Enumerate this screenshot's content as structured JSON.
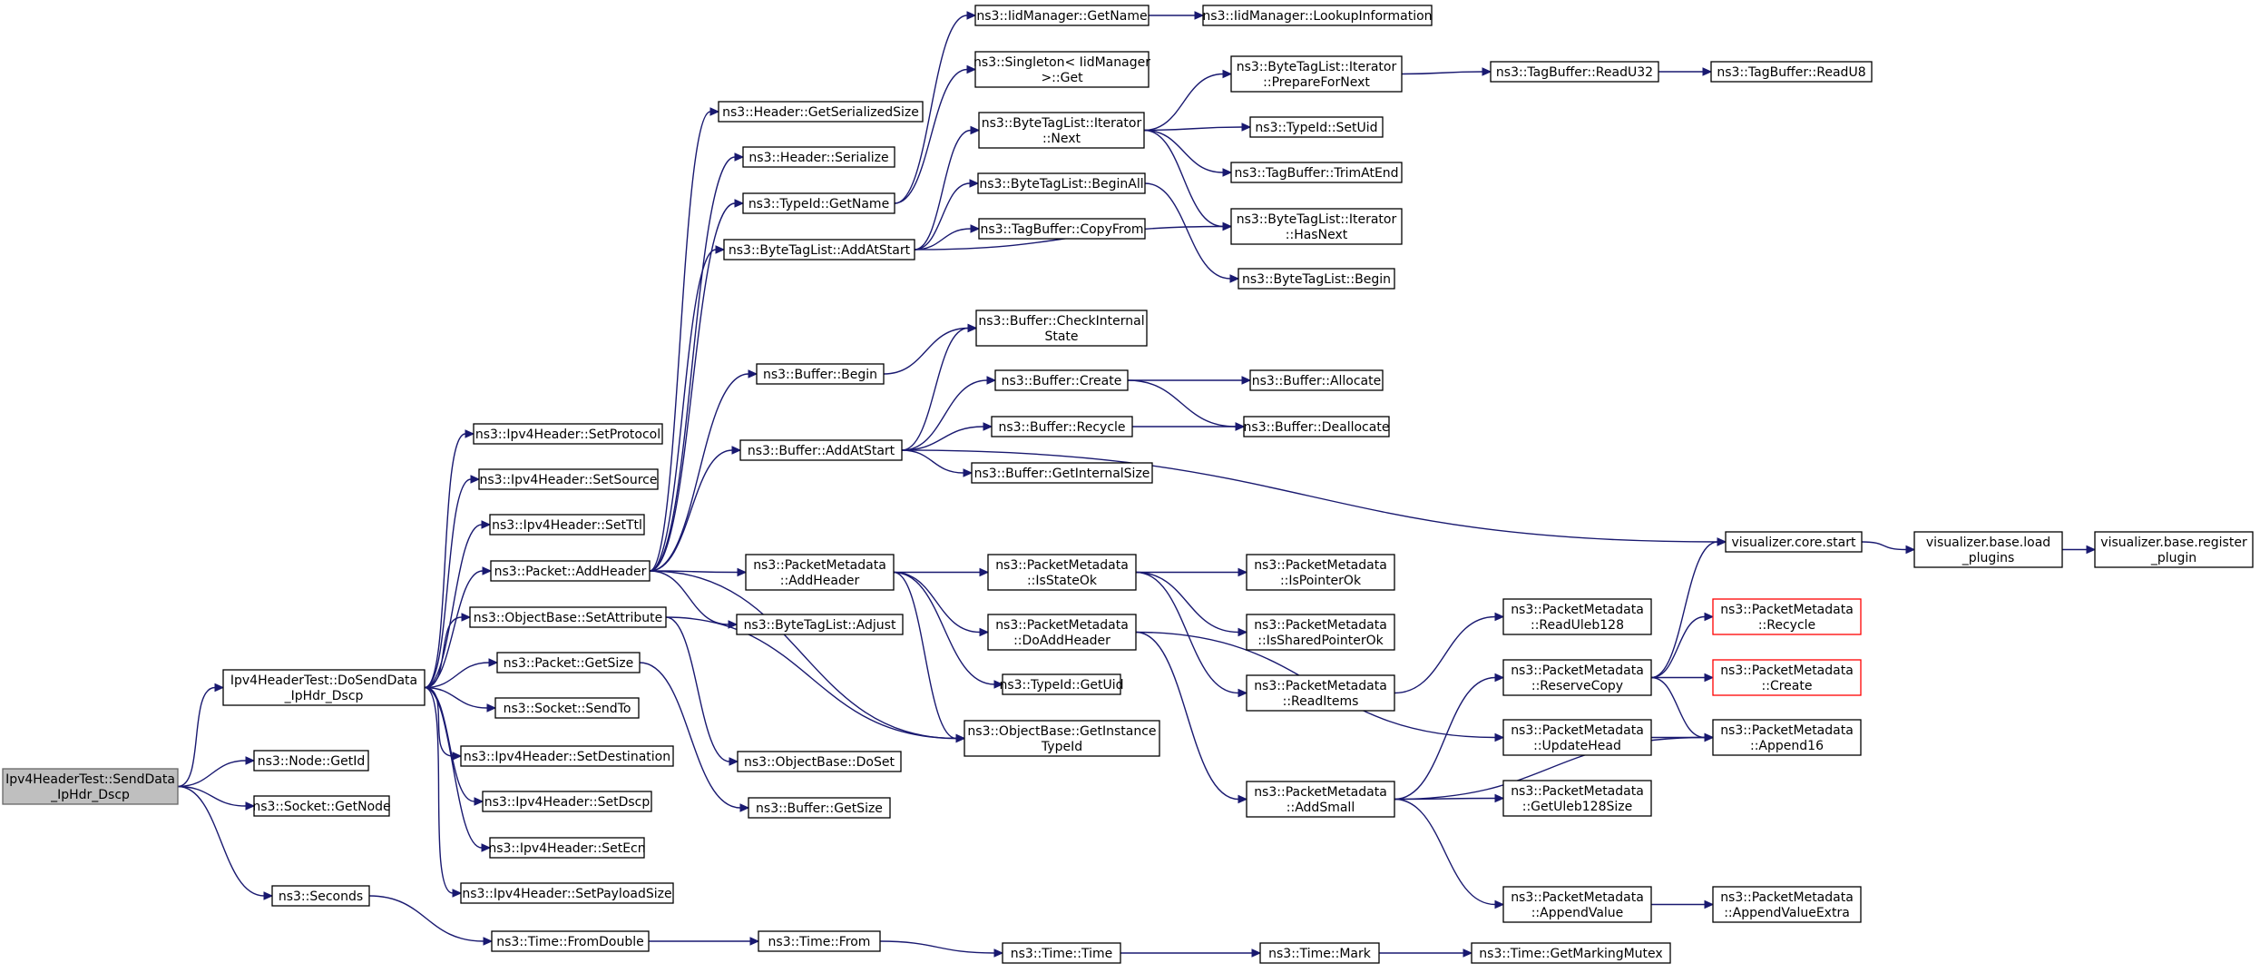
{
  "graph": {
    "type": "call-graph",
    "colors": {
      "edge": "#191970",
      "root_fill": "#bfbfbf",
      "node_border": "#000000",
      "missing_border": "#ff0000"
    },
    "nodes": [
      {
        "id": "root",
        "lines": [
          "Ipv4HeaderTest::SendData",
          "_IpHdr_Dscp"
        ],
        "style": "root"
      },
      {
        "id": "dosend",
        "lines": [
          "Ipv4HeaderTest::DoSendData",
          "_IpHdr_Dscp"
        ]
      },
      {
        "id": "nodeGetId",
        "lines": [
          "ns3::Node::GetId"
        ]
      },
      {
        "id": "sockGetNode",
        "lines": [
          "ns3::Socket::GetNode"
        ]
      },
      {
        "id": "seconds",
        "lines": [
          "ns3::Seconds"
        ]
      },
      {
        "id": "setProtocol",
        "lines": [
          "ns3::Ipv4Header::SetProtocol"
        ]
      },
      {
        "id": "setSource",
        "lines": [
          "ns3::Ipv4Header::SetSource"
        ]
      },
      {
        "id": "setTtl",
        "lines": [
          "ns3::Ipv4Header::SetTtl"
        ]
      },
      {
        "id": "addHeader",
        "lines": [
          "ns3::Packet::AddHeader"
        ]
      },
      {
        "id": "setAttr",
        "lines": [
          "ns3::ObjectBase::SetAttribute"
        ]
      },
      {
        "id": "pktGetSize",
        "lines": [
          "ns3::Packet::GetSize"
        ]
      },
      {
        "id": "sendTo",
        "lines": [
          "ns3::Socket::SendTo"
        ]
      },
      {
        "id": "setDest",
        "lines": [
          "ns3::Ipv4Header::SetDestination"
        ]
      },
      {
        "id": "setDscp",
        "lines": [
          "ns3::Ipv4Header::SetDscp"
        ]
      },
      {
        "id": "setEcn",
        "lines": [
          "ns3::Ipv4Header::SetEcn"
        ]
      },
      {
        "id": "setPayload",
        "lines": [
          "ns3::Ipv4Header::SetPayloadSize"
        ]
      },
      {
        "id": "fromDouble",
        "lines": [
          "ns3::Time::FromDouble"
        ]
      },
      {
        "id": "timeFrom",
        "lines": [
          "ns3::Time::From"
        ]
      },
      {
        "id": "timeTime",
        "lines": [
          "ns3::Time::Time"
        ]
      },
      {
        "id": "timeMark",
        "lines": [
          "ns3::Time::Mark"
        ]
      },
      {
        "id": "getMarkingMutex",
        "lines": [
          "ns3::Time::GetMarkingMutex"
        ]
      },
      {
        "id": "hdrSerSize",
        "lines": [
          "ns3::Header::GetSerializedSize"
        ]
      },
      {
        "id": "hdrSerialize",
        "lines": [
          "ns3::Header::Serialize"
        ]
      },
      {
        "id": "typeIdGetName",
        "lines": [
          "ns3::TypeId::GetName"
        ]
      },
      {
        "id": "btlAddAtStart",
        "lines": [
          "ns3::ByteTagList::AddAtStart"
        ]
      },
      {
        "id": "bufBegin",
        "lines": [
          "ns3::Buffer::Begin"
        ]
      },
      {
        "id": "bufAddAtStart",
        "lines": [
          "ns3::Buffer::AddAtStart"
        ]
      },
      {
        "id": "pmAddHeader",
        "lines": [
          "ns3::PacketMetadata",
          "::AddHeader"
        ]
      },
      {
        "id": "btlAdjust",
        "lines": [
          "ns3::ByteTagList::Adjust"
        ]
      },
      {
        "id": "obDoSet",
        "lines": [
          "ns3::ObjectBase::DoSet"
        ]
      },
      {
        "id": "bufGetSize",
        "lines": [
          "ns3::Buffer::GetSize"
        ]
      },
      {
        "id": "iidGetName",
        "lines": [
          "ns3::IidManager::GetName"
        ]
      },
      {
        "id": "singletonGet",
        "lines": [
          "ns3::Singleton< IidManager",
          " >::Get"
        ]
      },
      {
        "id": "btlIterNext",
        "lines": [
          "ns3::ByteTagList::Iterator",
          "::Next"
        ]
      },
      {
        "id": "btlBeginAll",
        "lines": [
          "ns3::ByteTagList::BeginAll"
        ]
      },
      {
        "id": "tagCopyFrom",
        "lines": [
          "ns3::TagBuffer::CopyFrom"
        ]
      },
      {
        "id": "bufCheckInternal",
        "lines": [
          "ns3::Buffer::CheckInternal",
          "State"
        ]
      },
      {
        "id": "bufCreate",
        "lines": [
          "ns3::Buffer::Create"
        ]
      },
      {
        "id": "bufRecycle",
        "lines": [
          "ns3::Buffer::Recycle"
        ]
      },
      {
        "id": "bufGetInternalSize",
        "lines": [
          "ns3::Buffer::GetInternalSize"
        ]
      },
      {
        "id": "pmIsStateOk",
        "lines": [
          "ns3::PacketMetadata",
          "::IsStateOk"
        ]
      },
      {
        "id": "pmDoAddHeader",
        "lines": [
          "ns3::PacketMetadata",
          "::DoAddHeader"
        ]
      },
      {
        "id": "typeIdGetUid",
        "lines": [
          "ns3::TypeId::GetUid"
        ]
      },
      {
        "id": "obGetInstanceTypeId",
        "lines": [
          "ns3::ObjectBase::GetInstance",
          "TypeId"
        ]
      },
      {
        "id": "iidLookup",
        "lines": [
          "ns3::IidManager::LookupInformation"
        ]
      },
      {
        "id": "btlIterPrepare",
        "lines": [
          "ns3::ByteTagList::Iterator",
          "::PrepareForNext"
        ]
      },
      {
        "id": "typeIdSetUid",
        "lines": [
          "ns3::TypeId::SetUid"
        ]
      },
      {
        "id": "tagTrimAtEnd",
        "lines": [
          "ns3::TagBuffer::TrimAtEnd"
        ]
      },
      {
        "id": "btlIterHasNext",
        "lines": [
          "ns3::ByteTagList::Iterator",
          "::HasNext"
        ]
      },
      {
        "id": "btlBegin",
        "lines": [
          "ns3::ByteTagList::Begin"
        ]
      },
      {
        "id": "bufAllocate",
        "lines": [
          "ns3::Buffer::Allocate"
        ]
      },
      {
        "id": "bufDeallocate",
        "lines": [
          "ns3::Buffer::Deallocate"
        ]
      },
      {
        "id": "pmIsPointerOk",
        "lines": [
          "ns3::PacketMetadata",
          "::IsPointerOk"
        ]
      },
      {
        "id": "pmIsSharedPointerOk",
        "lines": [
          "ns3::PacketMetadata",
          "::IsSharedPointerOk"
        ]
      },
      {
        "id": "pmReadItems",
        "lines": [
          "ns3::PacketMetadata",
          "::ReadItems"
        ]
      },
      {
        "id": "pmAddSmall",
        "lines": [
          "ns3::PacketMetadata",
          "::AddSmall"
        ]
      },
      {
        "id": "tagReadU32",
        "lines": [
          "ns3::TagBuffer::ReadU32"
        ]
      },
      {
        "id": "tagReadU8",
        "lines": [
          "ns3::TagBuffer::ReadU8"
        ]
      },
      {
        "id": "pmReadUleb128",
        "lines": [
          "ns3::PacketMetadata",
          "::ReadUleb128"
        ]
      },
      {
        "id": "pmReserveCopy",
        "lines": [
          "ns3::PacketMetadata",
          "::ReserveCopy"
        ]
      },
      {
        "id": "pmUpdateHead",
        "lines": [
          "ns3::PacketMetadata",
          "::UpdateHead"
        ]
      },
      {
        "id": "pmGetUleb128Size",
        "lines": [
          "ns3::PacketMetadata",
          "::GetUleb128Size"
        ]
      },
      {
        "id": "pmAppendValue",
        "lines": [
          "ns3::PacketMetadata",
          "::AppendValue"
        ]
      },
      {
        "id": "vizCoreStart",
        "lines": [
          "visualizer.core.start"
        ]
      },
      {
        "id": "pmRecycle",
        "lines": [
          "ns3::PacketMetadata",
          "::Recycle"
        ],
        "style": "red"
      },
      {
        "id": "pmCreate",
        "lines": [
          "ns3::PacketMetadata",
          "::Create"
        ],
        "style": "red"
      },
      {
        "id": "pmAppend16",
        "lines": [
          "ns3::PacketMetadata",
          "::Append16"
        ]
      },
      {
        "id": "pmAppendValueExtra",
        "lines": [
          "ns3::PacketMetadata",
          "::AppendValueExtra"
        ]
      },
      {
        "id": "vizLoadPlugins",
        "lines": [
          "visualizer.base.load",
          "_plugins"
        ]
      },
      {
        "id": "vizRegisterPlugin",
        "lines": [
          "visualizer.base.register",
          "_plugin"
        ]
      }
    ],
    "edges": [
      [
        "root",
        "dosend"
      ],
      [
        "root",
        "nodeGetId"
      ],
      [
        "root",
        "sockGetNode"
      ],
      [
        "root",
        "seconds"
      ],
      [
        "dosend",
        "setProtocol"
      ],
      [
        "dosend",
        "setSource"
      ],
      [
        "dosend",
        "setTtl"
      ],
      [
        "dosend",
        "addHeader"
      ],
      [
        "dosend",
        "setAttr"
      ],
      [
        "dosend",
        "pktGetSize"
      ],
      [
        "dosend",
        "sendTo"
      ],
      [
        "dosend",
        "setDest"
      ],
      [
        "dosend",
        "setDscp"
      ],
      [
        "dosend",
        "setEcn"
      ],
      [
        "dosend",
        "setPayload"
      ],
      [
        "seconds",
        "fromDouble"
      ],
      [
        "fromDouble",
        "timeFrom"
      ],
      [
        "timeFrom",
        "timeTime"
      ],
      [
        "timeTime",
        "timeMark"
      ],
      [
        "timeMark",
        "getMarkingMutex"
      ],
      [
        "addHeader",
        "hdrSerSize"
      ],
      [
        "addHeader",
        "hdrSerialize"
      ],
      [
        "addHeader",
        "typeIdGetName"
      ],
      [
        "addHeader",
        "btlAddAtStart"
      ],
      [
        "addHeader",
        "bufBegin"
      ],
      [
        "addHeader",
        "bufAddAtStart"
      ],
      [
        "addHeader",
        "pmAddHeader"
      ],
      [
        "addHeader",
        "btlAdjust"
      ],
      [
        "addHeader",
        "obGetInstanceTypeId"
      ],
      [
        "setAttr",
        "obDoSet"
      ],
      [
        "setAttr",
        "obGetInstanceTypeId"
      ],
      [
        "pktGetSize",
        "bufGetSize"
      ],
      [
        "typeIdGetName",
        "iidGetName"
      ],
      [
        "typeIdGetName",
        "singletonGet"
      ],
      [
        "btlAddAtStart",
        "btlIterNext"
      ],
      [
        "btlAddAtStart",
        "btlBeginAll"
      ],
      [
        "btlAddAtStart",
        "tagCopyFrom"
      ],
      [
        "btlAddAtStart",
        "btlIterHasNext"
      ],
      [
        "bufBegin",
        "bufCheckInternal"
      ],
      [
        "bufAddAtStart",
        "bufCheckInternal"
      ],
      [
        "bufAddAtStart",
        "bufCreate"
      ],
      [
        "bufAddAtStart",
        "bufRecycle"
      ],
      [
        "bufAddAtStart",
        "bufGetInternalSize"
      ],
      [
        "bufAddAtStart",
        "vizCoreStart"
      ],
      [
        "pmAddHeader",
        "pmIsStateOk"
      ],
      [
        "pmAddHeader",
        "pmDoAddHeader"
      ],
      [
        "pmAddHeader",
        "typeIdGetUid"
      ],
      [
        "pmAddHeader",
        "obGetInstanceTypeId"
      ],
      [
        "iidGetName",
        "iidLookup"
      ],
      [
        "btlIterNext",
        "btlIterPrepare"
      ],
      [
        "btlIterNext",
        "typeIdSetUid"
      ],
      [
        "btlIterNext",
        "tagTrimAtEnd"
      ],
      [
        "btlIterNext",
        "btlIterHasNext"
      ],
      [
        "btlBeginAll",
        "btlBegin"
      ],
      [
        "bufCreate",
        "bufAllocate"
      ],
      [
        "bufCreate",
        "bufDeallocate"
      ],
      [
        "bufRecycle",
        "bufDeallocate"
      ],
      [
        "pmIsStateOk",
        "pmIsPointerOk"
      ],
      [
        "pmIsStateOk",
        "pmIsSharedPointerOk"
      ],
      [
        "pmIsStateOk",
        "pmReadItems"
      ],
      [
        "pmDoAddHeader",
        "pmAddSmall"
      ],
      [
        "pmDoAddHeader",
        "pmUpdateHead"
      ],
      [
        "btlIterPrepare",
        "tagReadU32"
      ],
      [
        "tagReadU32",
        "tagReadU8"
      ],
      [
        "pmReadItems",
        "pmReadUleb128"
      ],
      [
        "pmAddSmall",
        "pmReserveCopy"
      ],
      [
        "pmAddSmall",
        "pmGetUleb128Size"
      ],
      [
        "pmAddSmall",
        "pmAppendValue"
      ],
      [
        "pmAddSmall",
        "pmAppend16"
      ],
      [
        "pmReserveCopy",
        "vizCoreStart"
      ],
      [
        "pmReserveCopy",
        "pmRecycle"
      ],
      [
        "pmReserveCopy",
        "pmCreate"
      ],
      [
        "pmReserveCopy",
        "pmAppend16"
      ],
      [
        "pmUpdateHead",
        "pmAppend16"
      ],
      [
        "pmAppendValue",
        "pmAppendValueExtra"
      ],
      [
        "vizCoreStart",
        "vizLoadPlugins"
      ],
      [
        "vizLoadPlugins",
        "vizRegisterPlugin"
      ]
    ]
  }
}
